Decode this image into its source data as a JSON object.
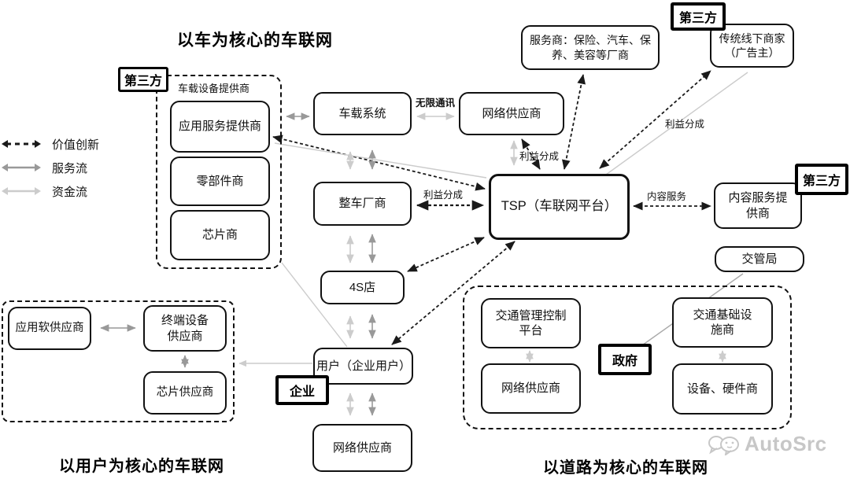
{
  "titles": {
    "vehicle": "以车为核心的车联网",
    "user": "以用户为核心的车联网",
    "road": "以道路为核心的车联网"
  },
  "legend": {
    "items": [
      {
        "label": "价值创新",
        "style": "black-dashed-arrow"
      },
      {
        "label": "服务流",
        "style": "gray-arrow"
      },
      {
        "label": "资金流",
        "style": "light-gray-arrow"
      }
    ]
  },
  "tags": {
    "third_party_left": "第三方",
    "third_party_top": "第三方",
    "third_party_right": "第三方",
    "enterprise": "企业",
    "government": "政府"
  },
  "groups": {
    "vehicle_device_label": "车载设备提供商"
  },
  "nodes": {
    "app_service": {
      "label": "应用服务提供商"
    },
    "parts": {
      "label": "零部件商"
    },
    "chip": {
      "label": "芯片商"
    },
    "ivi_system": {
      "label": "车载系统"
    },
    "network_top": {
      "label": "网络供应商"
    },
    "oem": {
      "label": "整车厂商"
    },
    "dealer_4s": {
      "label": "4S店"
    },
    "user": {
      "label": "用户（企业用户）"
    },
    "network_bottom": {
      "label": "网络供应商"
    },
    "tsp": {
      "label": "TSP（车联网平台）"
    },
    "service_providers": {
      "label": "服务商：保险、汽车、保养、美容等厂商"
    },
    "offline_merchants": {
      "label": "传统线下商家（广告主）"
    },
    "content_provider": {
      "label": "内容服务提供商"
    },
    "traffic_bureau": {
      "label": "交管局"
    },
    "traffic_mgmt": {
      "label": "交通管理控制平台"
    },
    "road_network": {
      "label": "网络供应商"
    },
    "infrastructure": {
      "label": "交通基础设施商"
    },
    "hardware": {
      "label": "设备、硬件商"
    },
    "app_software": {
      "label": "应用软供应商"
    },
    "terminal_device": {
      "label": "终端设备供应商"
    },
    "chip_supplier": {
      "label": "芯片供应商"
    }
  },
  "edge_labels": {
    "wireless_comm": "无限通讯",
    "profit_share_1": "利益分成",
    "profit_share_2": "利益分成",
    "profit_share_3": "利益分成",
    "content_service": "内容服务"
  },
  "watermark": {
    "brand": "AutoSrc"
  },
  "colors": {
    "value_innovation": "#1a1a1a",
    "service_flow": "#999999",
    "capital_flow": "#cccccc"
  }
}
